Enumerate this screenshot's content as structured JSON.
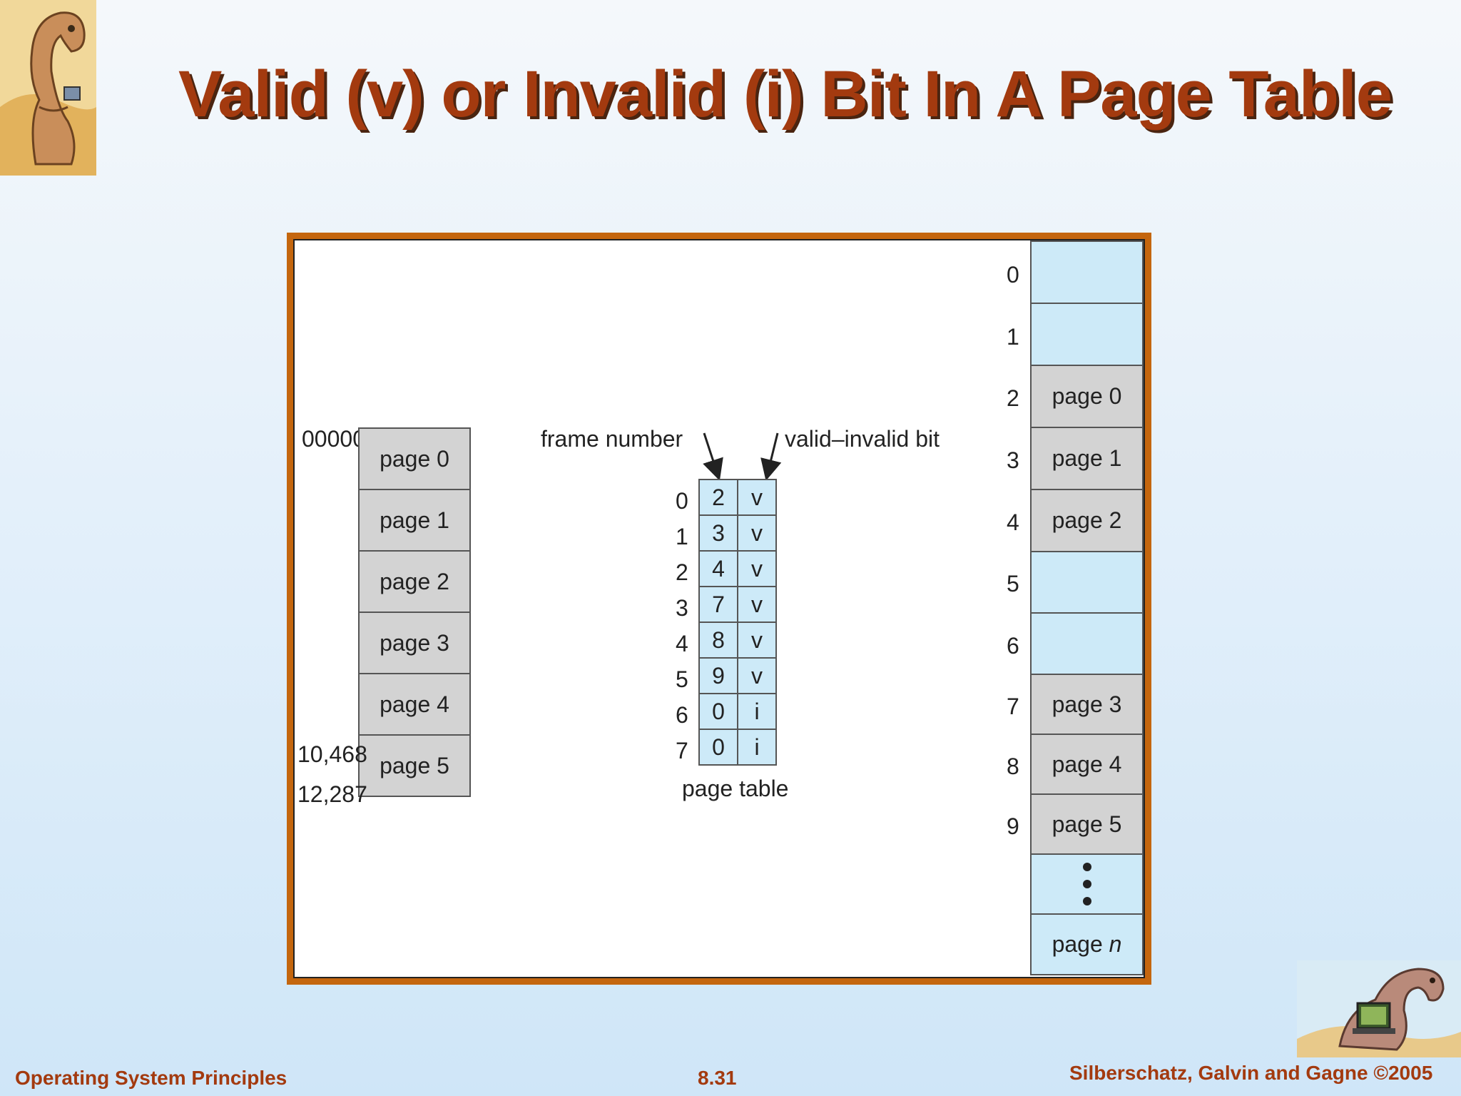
{
  "slide": {
    "title": "Valid (v) or Invalid (i) Bit In A Page Table"
  },
  "logical_memory": {
    "start_address": "00000",
    "page5_address": "10,468",
    "end_address": "12,287",
    "pages": [
      "page 0",
      "page 1",
      "page 2",
      "page 3",
      "page 4",
      "page 5"
    ]
  },
  "page_table": {
    "label": "page table",
    "frame_number_label": "frame number",
    "valid_invalid_label": "valid–invalid bit",
    "rows": [
      {
        "index": "0",
        "frame": "2",
        "bit": "v"
      },
      {
        "index": "1",
        "frame": "3",
        "bit": "v"
      },
      {
        "index": "2",
        "frame": "4",
        "bit": "v"
      },
      {
        "index": "3",
        "frame": "7",
        "bit": "v"
      },
      {
        "index": "4",
        "frame": "8",
        "bit": "v"
      },
      {
        "index": "5",
        "frame": "9",
        "bit": "v"
      },
      {
        "index": "6",
        "frame": "0",
        "bit": "i"
      },
      {
        "index": "7",
        "frame": "0",
        "bit": "i"
      }
    ]
  },
  "physical_memory": {
    "frames": [
      {
        "index": "0",
        "content": ""
      },
      {
        "index": "1",
        "content": ""
      },
      {
        "index": "2",
        "content": "page 0"
      },
      {
        "index": "3",
        "content": "page 1"
      },
      {
        "index": "4",
        "content": "page 2"
      },
      {
        "index": "5",
        "content": ""
      },
      {
        "index": "6",
        "content": ""
      },
      {
        "index": "7",
        "content": "page 3"
      },
      {
        "index": "8",
        "content": "page 4"
      },
      {
        "index": "9",
        "content": "page 5"
      }
    ],
    "last_frame_prefix": "page",
    "last_frame_var": "n"
  },
  "footer": {
    "left": "Operating System Principles",
    "center": "8.31",
    "right": "Silberschatz, Galvin and Gagne ©2005"
  },
  "colors": {
    "title": "#a33a0f",
    "frame_border": "#c4660e",
    "page_gray": "#d3d3d3",
    "frame_blue": "#cdeaf8"
  },
  "icons": [
    "dinosaur-mascot-top",
    "dinosaur-mascot-laptop"
  ]
}
